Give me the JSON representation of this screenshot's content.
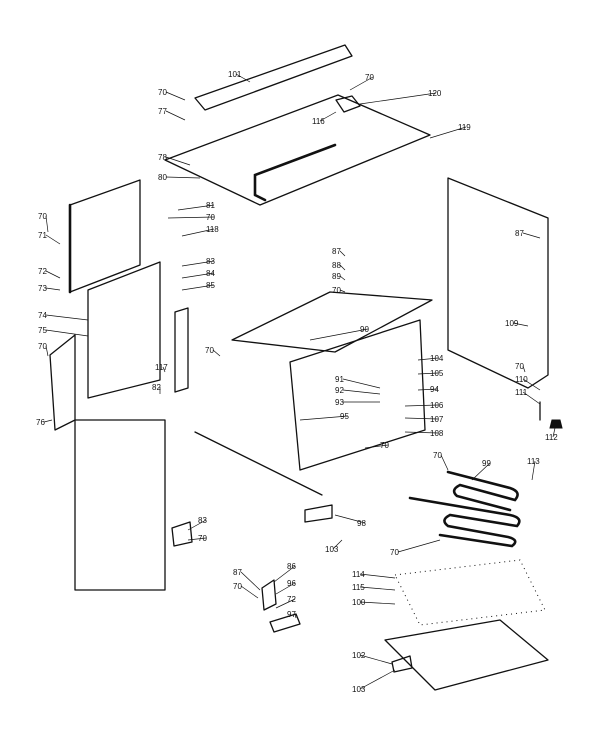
{
  "diagram": {
    "labels": [
      "101",
      "70",
      "120",
      "116",
      "119",
      "70",
      "77",
      "78",
      "80",
      "70",
      "71",
      "72",
      "73",
      "74",
      "75",
      "70",
      "76",
      "81",
      "70",
      "118",
      "83",
      "84",
      "85",
      "87",
      "88",
      "89",
      "70",
      "90",
      "70",
      "117",
      "82",
      "91",
      "92",
      "93",
      "95",
      "106",
      "107",
      "108",
      "70",
      "104",
      "105",
      "94",
      "87",
      "109",
      "70",
      "110",
      "111",
      "112",
      "113",
      "70",
      "99",
      "98",
      "103",
      "83",
      "70",
      "87",
      "70",
      "86",
      "96",
      "72",
      "97",
      "70",
      "114",
      "115",
      "100",
      "102",
      "103"
    ]
  }
}
